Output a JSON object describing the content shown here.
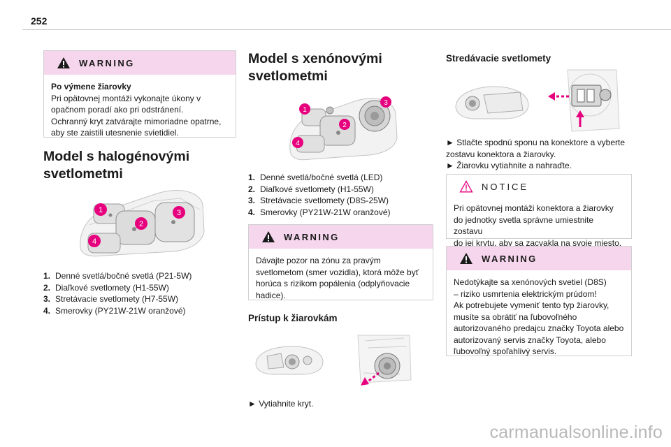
{
  "page_number": "252",
  "col1": {
    "warning": {
      "title": "WARNING",
      "subtitle": "Po výmene žiarovky",
      "lines": [
        "Pri opätovnej montáži vykonajte úkony v",
        "opačnom poradí ako pri odstránení.",
        "Ochranný kryt zatvárajte mimoriadne opatrne,",
        "aby ste zaistili utesnenie svietidiel."
      ]
    },
    "section_title_1": "Model s halogénovými",
    "section_title_2": "svetlometmi",
    "list": [
      {
        "num": "1.",
        "text": "Denné svetlá/bočné svetlá (P21-5W)"
      },
      {
        "num": "2.",
        "text": "Diaľkové svetlomety (H1-55W)"
      },
      {
        "num": "3.",
        "text": "Stretávacie svetlomety (H7-55W)"
      },
      {
        "num": "4.",
        "text": "Smerovky (PY21W-21W oranžové)"
      }
    ]
  },
  "col2": {
    "section_title_1": "Model s xenónovými",
    "section_title_2": "svetlometmi",
    "list": [
      {
        "num": "1.",
        "text": "Denné svetlá/bočné svetlá (LED)"
      },
      {
        "num": "2.",
        "text": "Diaľkové svetlomety (H1-55W)"
      },
      {
        "num": "3.",
        "text": "Stretávacie svetlomety (D8S-25W)"
      },
      {
        "num": "4.",
        "text": "Smerovky (PY21W-21W oranžové)"
      }
    ],
    "warning": {
      "title": "WARNING",
      "lines": [
        "Dávajte pozor na zónu za pravým",
        "svetlometom (smer vozidla), ktorá môže byť",
        "horúca s rizikom popálenia (odplyňovacie",
        "hadice)."
      ]
    },
    "sub_title": "Prístup k žiarovkám",
    "step": "► Vytiahnite kryt."
  },
  "col3": {
    "sub_title": "Stredávacie svetlomety",
    "steps": [
      "► Stlačte spodnú sponu na konektore a vyberte",
      "zostavu konektora a žiarovky.",
      "► Žiarovku vytiahnite a nahraďte."
    ],
    "notice": {
      "title": "NOTICE",
      "lines": [
        "Pri opätovnej montáži konektora a žiarovky",
        "do jednotky svetla správne umiestnite zostavu",
        "do jej krytu, aby sa zacvakla na svoje miesto."
      ]
    },
    "warning": {
      "title": "WARNING",
      "lines": [
        "Nedotýkajte sa xenónových svetiel (D8S)",
        "– riziko usmrtenia elektrickým prúdom!",
        "Ak potrebujete vymeniť tento typ žiarovky,",
        "musíte sa obrátiť na ľubovoľného",
        "autorizovaného predajcu značky Toyota alebo",
        "autorizovaný servis značky Toyota, alebo",
        "ľubovoľný spoľahlivý servis."
      ]
    }
  },
  "callouts": [
    "1",
    "2",
    "3",
    "4"
  ],
  "watermark": "carmanualsonline.info",
  "colors": {
    "accent": "#e6007e",
    "box_header": "#f6d6ec",
    "warning_triangle": "#1a1a1a",
    "notice_triangle": "#e6007e"
  }
}
